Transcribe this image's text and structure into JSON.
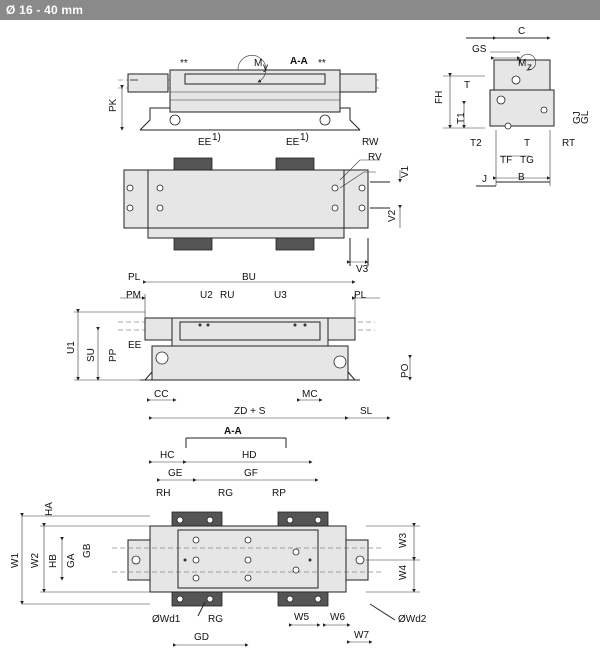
{
  "header": {
    "title": "Ø 16 - 40 mm"
  },
  "labels": {
    "MY": "My",
    "MY_SUB": "y",
    "M": "M",
    "AA_TOP": "A-A",
    "STAR1": "**",
    "STAR2": "**",
    "PK": "PK",
    "EE1": "EE",
    "EE2": "EE",
    "SUP1": "1)",
    "SUP2": "1)",
    "RW": "RW",
    "RV": "RV",
    "V1": "V1",
    "V2": "V2",
    "V3": "V3",
    "C": "C",
    "GS": "GS",
    "MZ": "M",
    "MZ_SUB": "z",
    "FH": "FH",
    "T_A": "T",
    "T1": "T1",
    "GJ": "GJ",
    "GL": "GL",
    "T2": "T2",
    "T_B": "T",
    "RT": "RT",
    "TF": "TF",
    "TG": "TG",
    "J": "J",
    "B": "B",
    "PL1": "PL",
    "BU": "BU",
    "PM": "PM",
    "U2": "U2",
    "RU": "RU",
    "U3": "U3",
    "PL2": "PL",
    "U1": "U1",
    "SU": "SU",
    "EE3": "EE",
    "PP": "PP",
    "PO": "PO",
    "CC": "CC",
    "MC": "MC",
    "ZDS": "ZD + S",
    "SL": "SL",
    "AA_MID": "A-A",
    "HC": "HC",
    "HD": "HD",
    "GE": "GE",
    "GF": "GF",
    "RH": "RH",
    "RG1": "RG",
    "RP": "RP",
    "HA": "HA",
    "W1": "W1",
    "W2": "W2",
    "HB": "HB",
    "GA": "GA",
    "GB": "GB",
    "W3": "W3",
    "W4": "W4",
    "WD1": "ØWd1",
    "RG2": "RG",
    "W5": "W5",
    "W6": "W6",
    "WD2": "ØWd2",
    "GD": "GD",
    "W7": "W7"
  }
}
